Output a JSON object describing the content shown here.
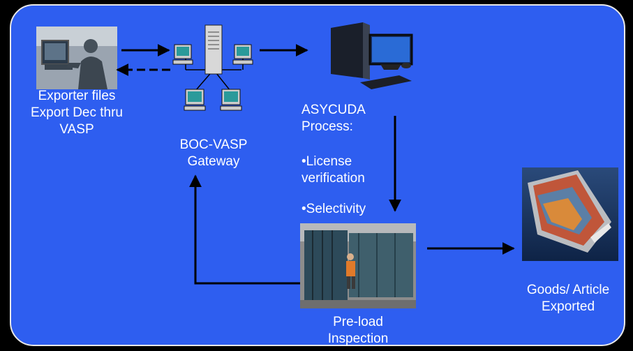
{
  "colors": {
    "background": "#000000",
    "panel": "#2e5ef0",
    "panel_border": "#e8e8e8",
    "text": "#ffffff",
    "arrow": "#000000"
  },
  "nodes": {
    "exporter": {
      "label": "Exporter files\nExport Dec thru\nVASP",
      "icon": "person-at-computer-photo"
    },
    "gateway": {
      "label": "BOC-VASP\nGateway",
      "icon": "network-server-icon"
    },
    "asycuda": {
      "label": "ASYCUDA\nProcess:",
      "icon": "desktop-computer-photo",
      "steps": [
        "•License\nverification",
        "•Selectivity"
      ]
    },
    "inspection": {
      "label": "Pre-load\nInspection",
      "icon": "container-inspection-photo"
    },
    "exported": {
      "label": "Goods/ Article\nExported",
      "icon": "cargo-ship-photo"
    }
  }
}
